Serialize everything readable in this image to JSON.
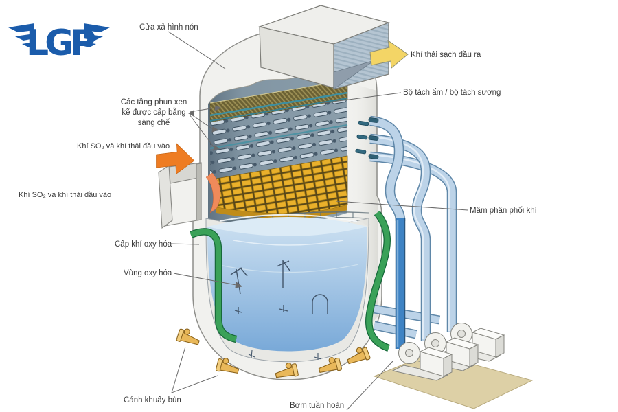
{
  "logo": {
    "text": "LGP",
    "color": "#1b5cab"
  },
  "labels": {
    "cone_outlet": "Cửa xả hình nón",
    "clean_gas_out": "Khí thải sạch đầu ra",
    "mist_eliminator": "Bộ tách ẩm / bộ tách sương",
    "spray_layers": "Các tầng phun xen kẽ được cấp bằng sáng chế",
    "so2_inlet_top": "Khí SO₂ và khí thải đầu vào",
    "so2_inlet_left": "Khí SO₂ và khí thải đầu vào",
    "gas_distribution_tray": "Mâm phân phối khí",
    "oxidation_air_supply": "Cấp khí oxy hóa",
    "oxidation_zone": "Vùng oxy hóa",
    "slurry_agitator": "Cánh khuấy bùn",
    "recirculation_pump": "Bơm tuần hoàn"
  },
  "colors": {
    "logo_blue": "#1b5cab",
    "inlet_arrow_orange": "#ee7c22",
    "outlet_arrow_yellow": "#f3d566",
    "tray_gold": "#e9b02b",
    "pipe_blue": "#bcd3e8",
    "riser_dark_blue": "#3e83c4",
    "oxidation_pipe_green": "#3aa158",
    "liquid_blue": "#8fb8dc",
    "shell_gray": "#f1f1ee",
    "interior_slate": "#8195a3",
    "pad_tan": "#ddd0a6",
    "label_text": "#3b3b3b"
  },
  "icons": {
    "inlet_arrow": "right-arrow",
    "outlet_arrow": "right-arrow"
  }
}
